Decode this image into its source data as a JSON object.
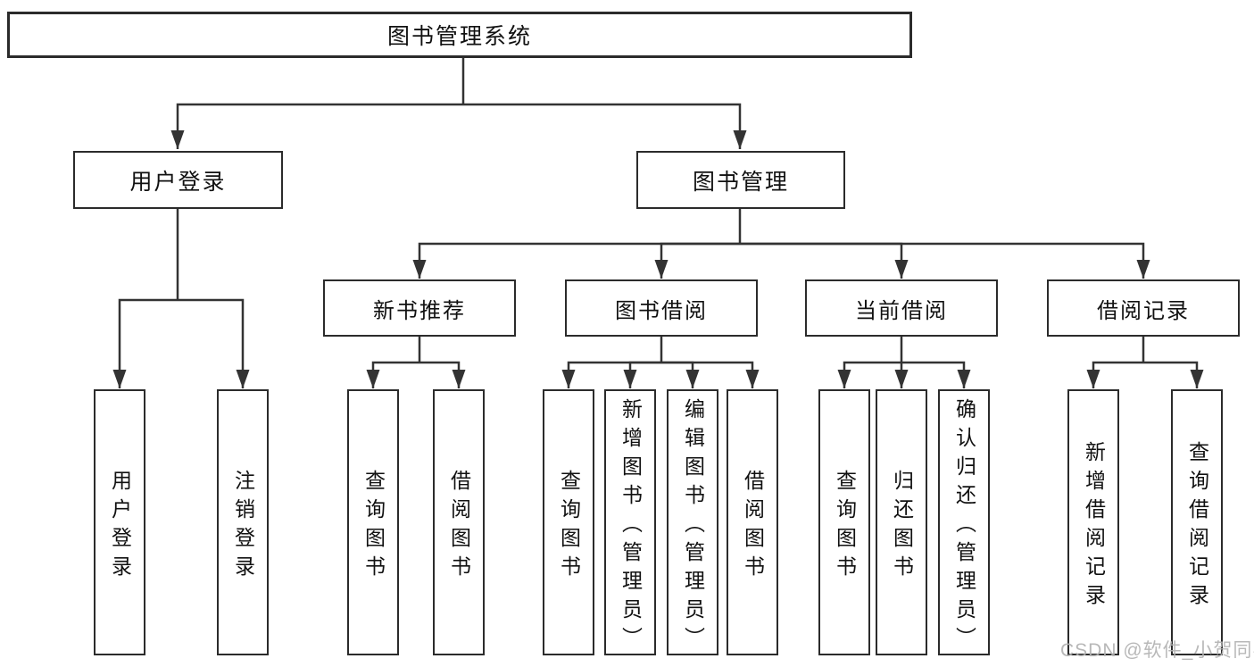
{
  "tree": {
    "label": "图书管理系统",
    "children": [
      {
        "label": "用户登录",
        "children": [
          {
            "label": "用户登录"
          },
          {
            "label": "注销登录"
          }
        ]
      },
      {
        "label": "图书管理",
        "children": [
          {
            "label": "新书推荐",
            "children": [
              {
                "label": "查询图书"
              },
              {
                "label": "借阅图书"
              }
            ]
          },
          {
            "label": "图书借阅",
            "children": [
              {
                "label": "查询图书"
              },
              {
                "label": "新增图书（管理员）"
              },
              {
                "label": "编辑图书（管理员）"
              },
              {
                "label": "借阅图书"
              }
            ]
          },
          {
            "label": "当前借阅",
            "children": [
              {
                "label": "查询图书"
              },
              {
                "label": "归还图书"
              },
              {
                "label": "确认归还（管理员）"
              }
            ]
          },
          {
            "label": "借阅记录",
            "children": [
              {
                "label": "新增借阅记录"
              },
              {
                "label": "查询借阅记录"
              }
            ]
          }
        ]
      }
    ]
  },
  "watermark": {
    "text": "CSDN @软件_小贺同学"
  },
  "colors": {
    "line": "#333333",
    "box_border": "#2b2b2b",
    "text": "#111111",
    "watermark": "#b2b2b2",
    "background": "#ffffff"
  }
}
